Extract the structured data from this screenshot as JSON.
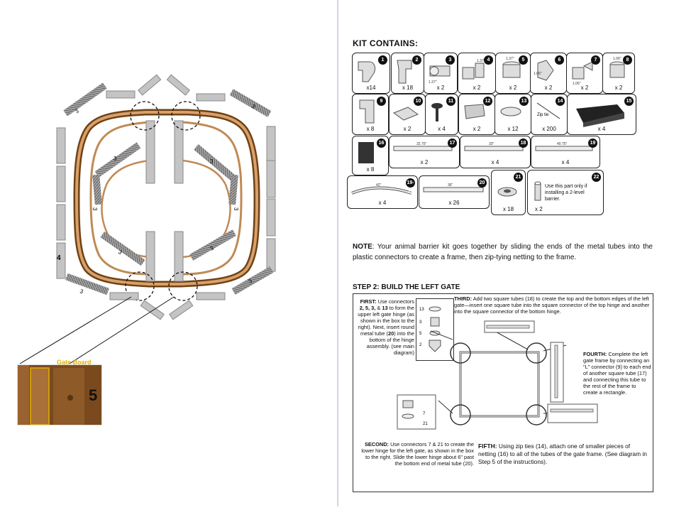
{
  "diagram": {
    "numbers": [
      "3",
      "3",
      "3",
      "3",
      "3",
      "3",
      "3",
      "3",
      "3",
      "3",
      "4"
    ],
    "gate_label": "Gate Board",
    "gate_number": "5"
  },
  "kit": {
    "title": "KIT CONTAINS:",
    "parts": [
      {
        "num": "1",
        "qty": "x14"
      },
      {
        "num": "2",
        "qty": "x 18"
      },
      {
        "num": "3",
        "qty": "x 2",
        "dims": [
          "1.37\""
        ]
      },
      {
        "num": "4",
        "qty": "x 2",
        "dims": [
          "1.37\""
        ]
      },
      {
        "num": "5",
        "qty": "x 2",
        "dims": [
          "1.37\""
        ]
      },
      {
        "num": "6",
        "qty": "x 2",
        "dims": [
          "1.06\""
        ]
      },
      {
        "num": "7",
        "qty": "x 2",
        "dims": [
          "1.06\""
        ]
      },
      {
        "num": "8",
        "qty": "x 2",
        "dims": [
          "1.06\""
        ]
      },
      {
        "num": "9",
        "qty": "x 8"
      },
      {
        "num": "10",
        "qty": "x 2"
      },
      {
        "num": "11",
        "qty": "x 4"
      },
      {
        "num": "12",
        "qty": "x 2"
      },
      {
        "num": "13",
        "qty": "x 12"
      },
      {
        "num": "14",
        "qty": "x 200",
        "label": "Zip tie"
      },
      {
        "num": "15",
        "qty": "x 4"
      },
      {
        "num": "16",
        "qty": "x 8"
      },
      {
        "num": "17",
        "qty": "x 2",
        "dims": [
          "32.75\""
        ]
      },
      {
        "num": "18",
        "qty": "x 4",
        "dims": [
          "33\""
        ]
      },
      {
        "num": "19",
        "qty": "x 4",
        "dims": [
          "40.75\""
        ]
      },
      {
        "num": "19-C",
        "qty": "x 4",
        "dims": [
          "42\""
        ]
      },
      {
        "num": "20",
        "qty": "x 26",
        "dims": [
          "36\""
        ]
      },
      {
        "num": "21",
        "qty": "x 18"
      },
      {
        "num": "22",
        "qty": "x 2",
        "note": "Use this part only if installing a 2-level barrier."
      }
    ]
  },
  "note": {
    "lead": "NOTE",
    "text": ": Your animal barrier kit goes together by sliding the ends of the metal tubes into the plastic connectors to create a frame, then zip-tying netting to the frame."
  },
  "step2": {
    "title": "STEP 2: BUILD THE LEFT GATE",
    "first_lead": "FIRST:",
    "first_1": " Use connectors ",
    "first_n1": "2, 5, 3,",
    "first_2": " & ",
    "first_n2": "13",
    "first_3": " to form the upper left gate hinge (as shown in the box to the right). Next, insert round metal tube (",
    "first_n3": "20",
    "first_4": ") into the bottom of the hinge assembly. (see main diagram)",
    "second_lead": "SECOND:",
    "second_text": " Use connectors 7 & 21 to create the lower hinge for the left gate, as shown in the box to the right. Slide the lower hinge about 6\" past the bottom end of metal tube (20).",
    "third_lead": "THIRD:",
    "third_text": " Add two square tubes (18) to create the top and the bottom edges of the left gate—insert one square tube into the square connector of the top hinge and another into the square connector of the bottom hinge.",
    "fourth_lead": "FOURTH:",
    "fourth_text": " Complete the left gate frame by connecting an \"L\" connector (9) to each end of another square tube (17) and connecting this tube to the rest of the frame to create a rectangle.",
    "fifth_lead": "FIFTH:",
    "fifth_text": " Using zip ties (14), attach one of smaller pieces of netting (16) to all of the tubes of the gate frame. (See diagram in Step 5 of the instructions).",
    "hinge_labels": [
      "13",
      "3",
      "5",
      "2"
    ],
    "lower_labels": [
      "7",
      "21"
    ]
  },
  "colors": {
    "wood": "#a9703a",
    "wood_dark": "#6f4214",
    "tube": "#c4c4c4",
    "coil": "#8a8a8a",
    "gate": "#e1b000"
  }
}
